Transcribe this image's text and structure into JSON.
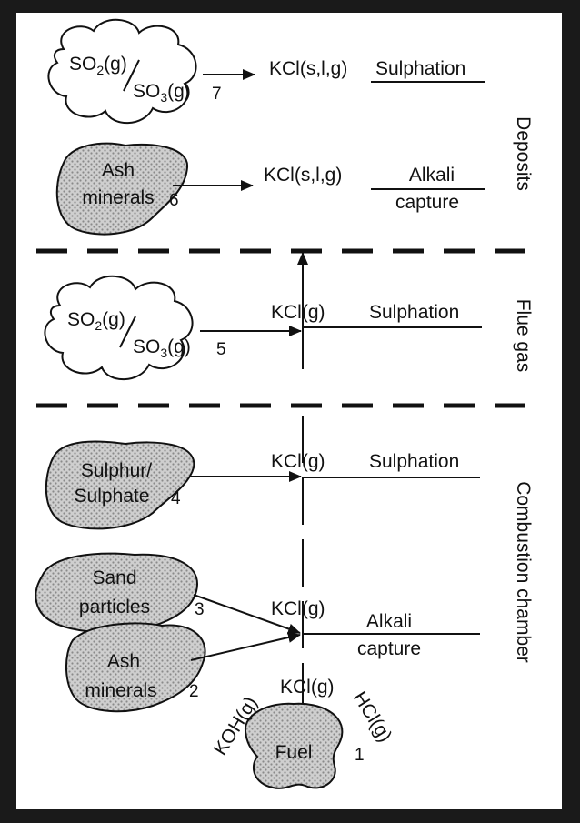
{
  "zones": {
    "deposits": "Deposits",
    "flue_gas": "Flue gas",
    "combustion_chamber": "Combustion chamber"
  },
  "clouds": [
    {
      "so2": "SO",
      "so2_sub": "2",
      "so2_tail": "(g)",
      "so3": "SO",
      "so3_sub": "3",
      "so3_tail": "(g)",
      "number": "7"
    },
    {
      "so2": "SO",
      "so2_sub": "2",
      "so2_tail": "(g)",
      "so3": "SO",
      "so3_sub": "3",
      "so3_tail": "(g)",
      "number": "5"
    }
  ],
  "blobs": {
    "ash_deposit": {
      "line1": "Ash",
      "line2": "minerals",
      "number": "6"
    },
    "sulphur": {
      "line1": "Sulphur/",
      "line2": "Sulphate",
      "number": "4"
    },
    "sand": {
      "line1": "Sand",
      "line2": "particles",
      "number": "3"
    },
    "ash_chamber": {
      "line1": "Ash",
      "line2": "minerals",
      "number": "2"
    },
    "fuel": {
      "label": "Fuel",
      "number": "1"
    }
  },
  "species": {
    "kcl_slg_top": "KCl(s,l,g)",
    "kcl_slg_mid": "KCl(s,l,g)",
    "kcl_g_flue": "KCl(g)",
    "kcl_g_sulph": "KCl(g)",
    "kcl_g_capture": "KCl(g)",
    "koh": "KOH(g)",
    "kcl_fuel": "KCl(g)",
    "hcl": "HCl(g)"
  },
  "processes": {
    "sulphation_deposit": "Sulphation",
    "alkali_capture_deposit_1": "Alkali",
    "alkali_capture_deposit_2": "capture",
    "sulphation_flue": "Sulphation",
    "sulphation_chamber": "Sulphation",
    "alkali_capture_chamber_1": "Alkali",
    "alkali_capture_chamber_2": "capture"
  }
}
